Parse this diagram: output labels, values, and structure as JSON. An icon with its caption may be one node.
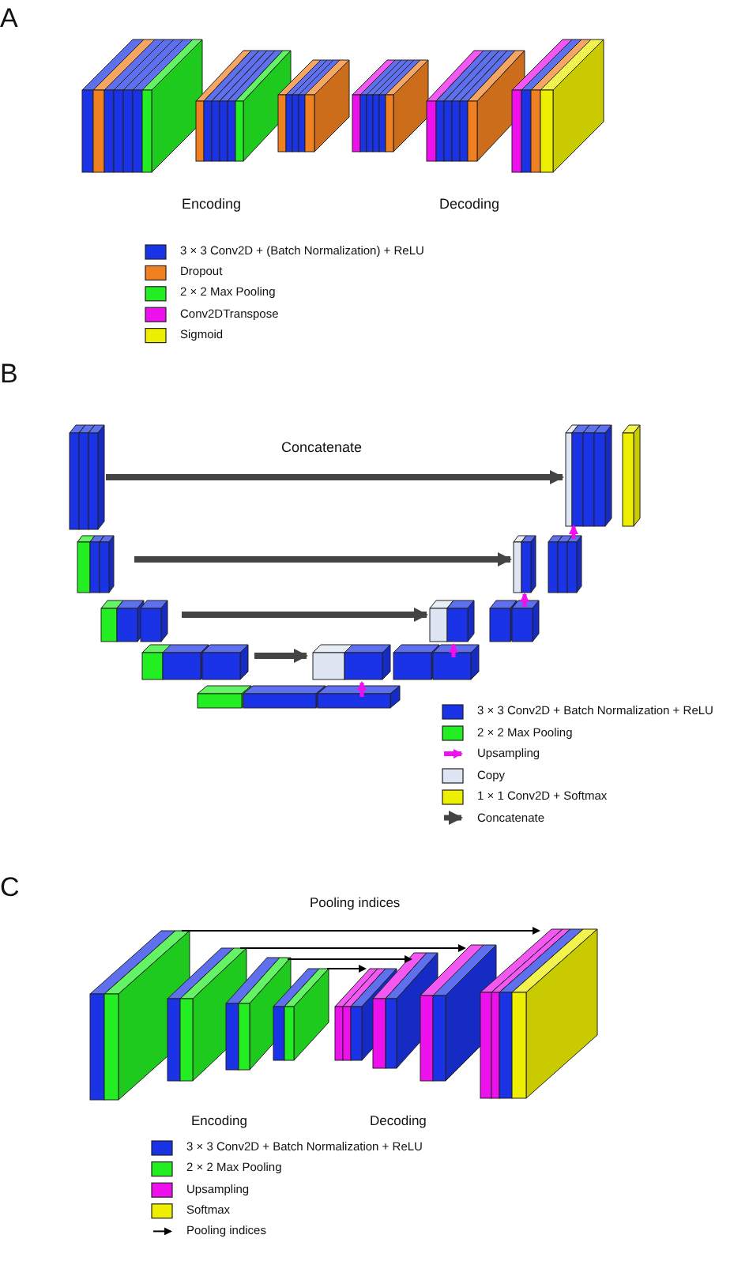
{
  "diagram": {
    "labels": [
      "A",
      "Encoding",
      "Decoding",
      "B",
      "Concatenate",
      "C",
      "Pooling indices",
      "Encoding",
      "Decoding"
    ],
    "legend": [
      {
        "text": "3 × 3 Conv2D + (Batch Normalization) + ReLU",
        "color": "#1a33e6"
      },
      {
        "text": "Dropout",
        "color": "#f08020"
      },
      {
        "text": "2 × 2 Max Pooling",
        "color": "#22ee22"
      },
      {
        "text": "Conv2DTranspose",
        "color": "#ee11ee"
      },
      {
        "text": "Sigmoid",
        "color": "#eeee00"
      },
      {
        "text": "3 × 3 Conv2D + Batch Normalization + ReLU",
        "color": "#1a33e6"
      },
      {
        "text": "2 × 2 Max Pooling",
        "color": "#22ee22"
      },
      {
        "text": "Upsampling"
      },
      {
        "text": "Copy",
        "color": "#dde6f2"
      },
      {
        "text": "1 × 1 Conv2D + Softmax",
        "color": "#eeee00"
      },
      {
        "text": "Concatenate"
      },
      {
        "text": "3 × 3 Conv2D + Batch Normalization + ReLU",
        "color": "#1a33e6"
      },
      {
        "text": "2 × 2 Max Pooling",
        "color": "#22ee22"
      },
      {
        "text": "Upsampling",
        "color": "#ee11ee"
      },
      {
        "text": "Softmax",
        "color": "#eeee00"
      },
      {
        "text": "Pooling indices"
      }
    ]
  }
}
